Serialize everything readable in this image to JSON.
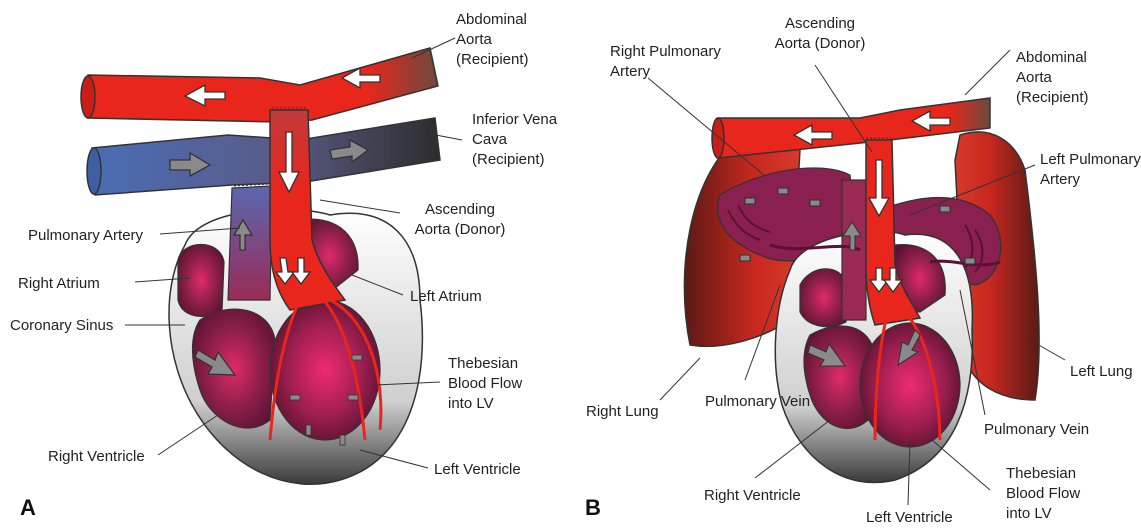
{
  "panels": [
    {
      "letter": "A",
      "labels": {
        "abdominal_aorta": "Abdominal\nAorta\n(Recipient)",
        "inferior_vena_cava": "Inferior Vena\nCava\n(Recipient)",
        "ascending_aorta": "Ascending\nAorta (Donor)",
        "pulmonary_artery": "Pulmonary Artery",
        "right_atrium": "Right Atrium",
        "coronary_sinus": "Coronary Sinus",
        "left_atrium": "Left Atrium",
        "thebesian": "Thebesian\nBlood Flow\ninto LV",
        "right_ventricle": "Right Ventricle",
        "left_ventricle": "Left Ventricle"
      }
    },
    {
      "letter": "B",
      "labels": {
        "right_pulmonary_artery": "Right Pulmonary\nArtery",
        "ascending_aorta": "Ascending\nAorta (Donor)",
        "abdominal_aorta": "Abdominal\nAorta\n(Recipient)",
        "left_pulmonary_artery": "Left Pulmonary\nArtery",
        "right_lung": "Right Lung",
        "pulmonary_vein_left": "Pulmonary Vein",
        "pulmonary_vein_right": "Pulmonary Vein",
        "left_lung": "Left Lung",
        "right_ventricle": "Right Ventricle",
        "left_ventricle": "Left Ventricle",
        "thebesian": "Thebesian\nBlood Flow\ninto LV"
      }
    }
  ],
  "colors": {
    "aorta_red": "#e8261c",
    "vein_blue": "#4a6db5",
    "heart_maroon": "#8e1f4a",
    "heart_pink": "#d8296a",
    "lung_red": "#c8281f",
    "pericardium_gray": "#9a9a9a",
    "flow_arrow": "#ffffff",
    "venous_arrow": "#8a8a8a"
  }
}
